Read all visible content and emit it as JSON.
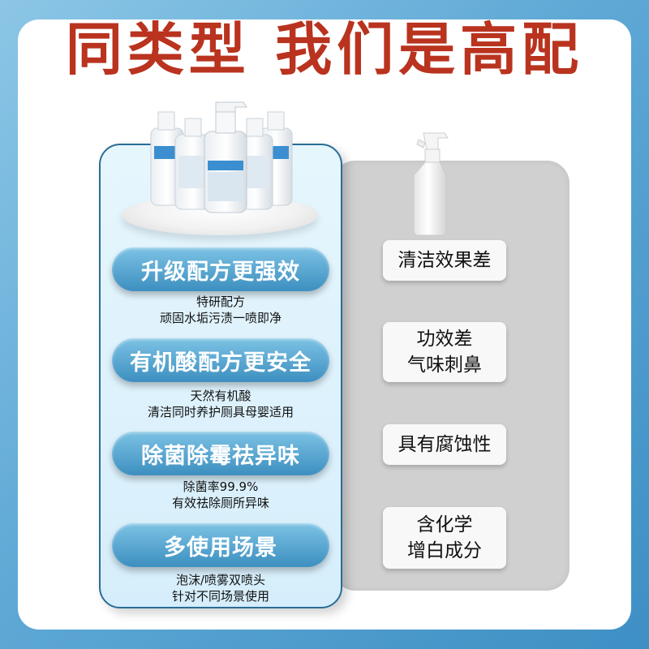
{
  "headline": "同类型  我们是高配",
  "features": [
    {
      "title": "升级配方更强效",
      "lines": [
        "特研配方",
        "顽固水垢污渍一喷即净"
      ]
    },
    {
      "title": "有机酸配方更安全",
      "lines": [
        "天然有机酸",
        "清洁同时养护厕具母婴适用"
      ]
    },
    {
      "title": "除菌除霉祛异味",
      "lines": [
        "除菌率99.9%",
        "有效祛除厕所异味"
      ]
    },
    {
      "title": "多使用场景",
      "lines": [
        "泡沫/喷雾双喷头",
        "针对不同场景使用"
      ]
    }
  ],
  "competitor": [
    {
      "lines": [
        "清洁效果差"
      ]
    },
    {
      "lines": [
        "功效差",
        "气味刺鼻"
      ]
    },
    {
      "lines": [
        "具有腐蚀性"
      ]
    },
    {
      "lines": [
        "含化学",
        "增白成分"
      ]
    }
  ],
  "colors": {
    "headline": "#b9331f",
    "pill": "#3d8fc0",
    "panel_border": "#2a6c96",
    "gray_panel": "#d0d0d0"
  }
}
